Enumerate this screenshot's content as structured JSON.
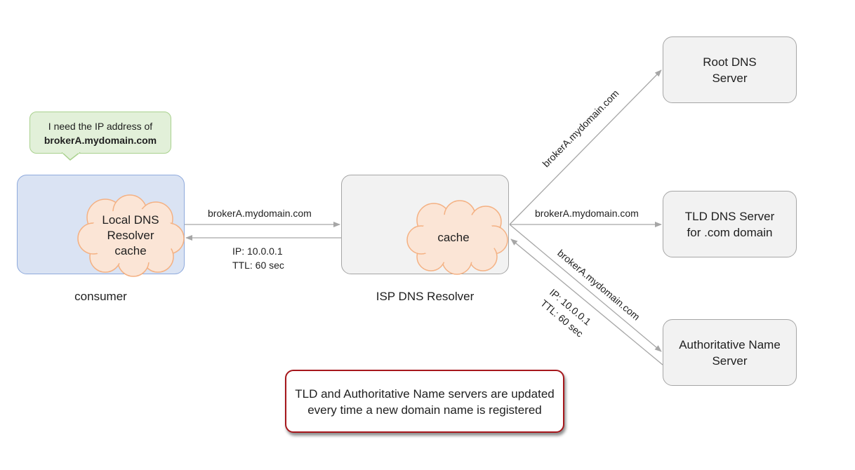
{
  "consumer": {
    "caption": "consumer",
    "cloud_lines": [
      "Local DNS",
      "Resolver",
      "cache"
    ]
  },
  "speech_bubble": {
    "line1": "I need the IP address of",
    "line2": "brokerA.mydomain.com"
  },
  "isp": {
    "caption": "ISP DNS Resolver",
    "cloud_label": "cache"
  },
  "root": {
    "line1": "Root DNS",
    "line2": "Server"
  },
  "tld": {
    "line1": "TLD DNS Server",
    "line2": "for .com domain"
  },
  "auth": {
    "line1": "Authoritative Name",
    "line2": "Server"
  },
  "arrows": {
    "consumer_to_isp": "brokerA.mydomain.com",
    "isp_to_consumer_line1": "IP: 10.0.0.1",
    "isp_to_consumer_line2": "TTL: 60 sec",
    "isp_to_root": "brokerA.mydomain.com",
    "isp_to_tld": "brokerA.mydomain.com",
    "isp_to_auth": "brokerA.mydomain.com",
    "auth_to_isp_line1": "IP: 10.0.0.1",
    "auth_to_isp_line2": "TTL: 60 sec"
  },
  "note": {
    "line1": "TLD and Authoritative Name servers are updated",
    "line2": "every time a new domain name is registered"
  },
  "colors": {
    "cloud_fill": "#fbe5d6",
    "cloud_stroke": "#f4b183",
    "note_border": "#a6171c",
    "arrow": "#a6a6a6"
  }
}
